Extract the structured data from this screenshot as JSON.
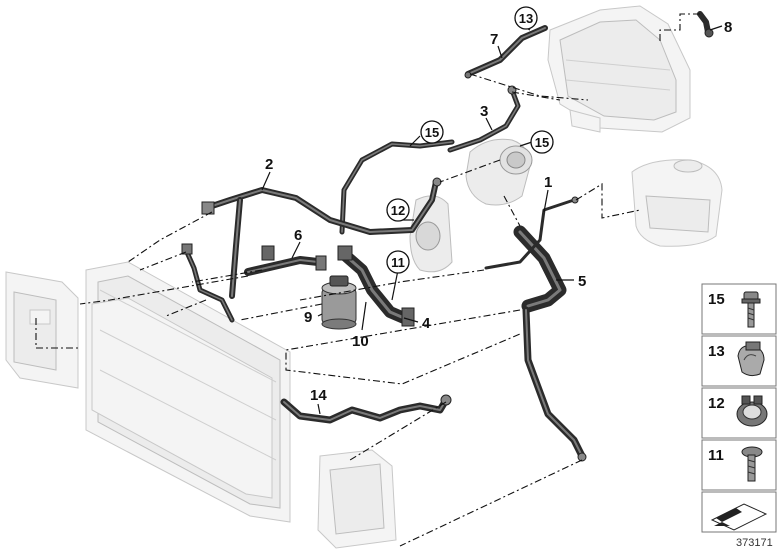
{
  "diagram": {
    "callouts": [
      {
        "id": "c1",
        "text": "1",
        "circled": false
      },
      {
        "id": "c2",
        "text": "2",
        "circled": false
      },
      {
        "id": "c3",
        "text": "3",
        "circled": false
      },
      {
        "id": "c4",
        "text": "4",
        "circled": false
      },
      {
        "id": "c5",
        "text": "5",
        "circled": false
      },
      {
        "id": "c6",
        "text": "6",
        "circled": false
      },
      {
        "id": "c7",
        "text": "7",
        "circled": false
      },
      {
        "id": "c8",
        "text": "8",
        "circled": false
      },
      {
        "id": "c9",
        "text": "9",
        "circled": false
      },
      {
        "id": "c10",
        "text": "10",
        "circled": false
      },
      {
        "id": "c11",
        "text": "11",
        "circled": true
      },
      {
        "id": "c12",
        "text": "12",
        "circled": true
      },
      {
        "id": "c13",
        "text": "13",
        "circled": true
      },
      {
        "id": "c14",
        "text": "14",
        "circled": false
      },
      {
        "id": "c15a",
        "text": "15",
        "circled": true
      },
      {
        "id": "c15b",
        "text": "15",
        "circled": true
      }
    ],
    "legend": [
      {
        "number": "15",
        "icon": "bolt-icon"
      },
      {
        "number": "13",
        "icon": "hose-clamp-icon"
      },
      {
        "number": "12",
        "icon": "spring-clamp-icon"
      },
      {
        "number": "11",
        "icon": "screw-icon"
      }
    ],
    "footer_id": "373171",
    "colors": {
      "hose": "#2b2b2b",
      "ghost": "#ececec",
      "lines": "#111111"
    }
  }
}
